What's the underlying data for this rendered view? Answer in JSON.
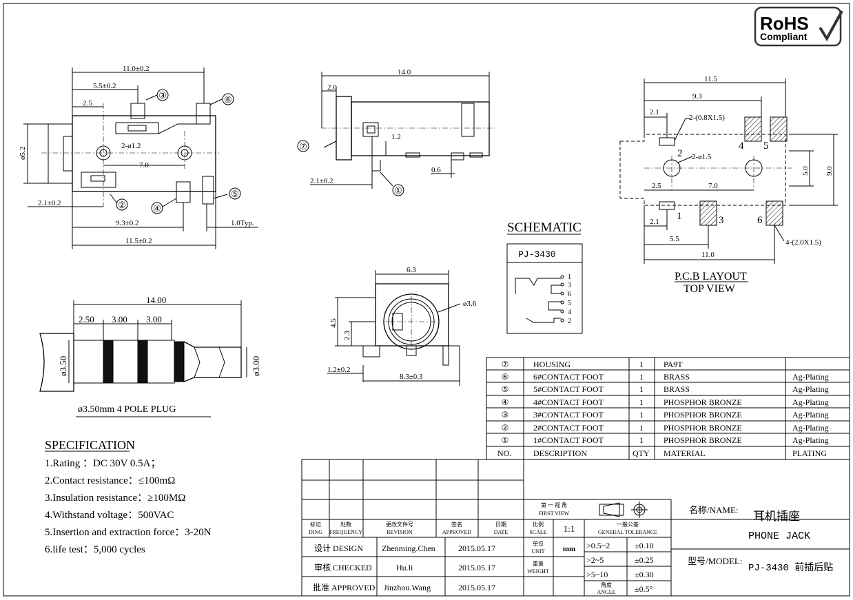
{
  "rohs": {
    "line1": "RoHS",
    "line2": "Compliant"
  },
  "top_view": {
    "dims": [
      "11.0±0.2",
      "5.5±0.2",
      "2.5",
      "2-ø1.2",
      "7.0",
      "ø5.2",
      "2.1±0.2",
      "9.3±0.2",
      "11.5±0.2",
      "1.0Typ."
    ],
    "callouts": [
      "③",
      "⑥",
      "②",
      "④",
      "⑤"
    ]
  },
  "side_view": {
    "dims": [
      "14.0",
      "2.0",
      "1.2",
      "2.1±0.2",
      "0.6"
    ],
    "callouts": [
      "⑦",
      "①"
    ]
  },
  "front_view": {
    "dims": [
      "6.3",
      "ø3.6",
      "4.5",
      "2.3",
      "1.2±0.2",
      "8.3±0.3"
    ]
  },
  "plug": {
    "dims": [
      "14.00",
      "2.50",
      "3.00",
      "3.00",
      "ø3.50",
      "ø3.00"
    ],
    "caption": "ø3.50mm 4 POLE PLUG"
  },
  "schematic": {
    "title": "SCHEMATIC",
    "part": "PJ-3430",
    "pins": [
      "1",
      "3",
      "6",
      "5",
      "4",
      "2"
    ]
  },
  "pcb": {
    "title": "P.C.B LAYOUT",
    "subtitle": "TOP VIEW",
    "dims": [
      "11.5",
      "9.3",
      "2.1",
      "2-(0.8X1.5)",
      "2-ø1.5",
      "2.5",
      "7.0",
      "2.1",
      "5.5",
      "11.0",
      "4-(2.0X1.5)",
      "5.0",
      "9.0"
    ],
    "pad_labels": [
      "2",
      "4",
      "5",
      "1",
      "3",
      "6"
    ]
  },
  "specification": {
    "title": "SPECIFICATION",
    "items": [
      "1.Rating ：DC 30V 0.5A；",
      "2.Contact resistance：≤100mΩ",
      "3.Insulation resistance：≥100MΩ",
      "4.Withstand voltage：500VAC",
      "5.Insertion and extraction force：3-20N",
      "6.life test：5,000 cycles"
    ]
  },
  "bom": {
    "rows": [
      [
        "⑦",
        "HOUSING",
        "1",
        "PA9T",
        ""
      ],
      [
        "⑥",
        "6#CONTACT FOOT",
        "1",
        "BRASS",
        "Ag-Plating"
      ],
      [
        "⑤",
        "5#CONTACT FOOT",
        "1",
        "BRASS",
        "Ag-Plating"
      ],
      [
        "④",
        "4#CONTACT FOOT",
        "1",
        "PHOSPHOR BRONZE",
        "Ag-Plating"
      ],
      [
        "③",
        "3#CONTACT FOOT",
        "1",
        "PHOSPHOR BRONZE",
        "Ag-Plating"
      ],
      [
        "②",
        "2#CONTACT FOOT",
        "1",
        "PHOSPHOR BRONZE",
        "Ag-Plating"
      ],
      [
        "①",
        "1#CONTACT FOOT",
        "1",
        "PHOSPHOR BRONZE",
        "Ag-Plating"
      ]
    ],
    "header": [
      "NO.",
      "DESCRIPTION",
      "QTY",
      "MATERIAL",
      "PLATING"
    ]
  },
  "title_block": {
    "hdr": [
      [
        "标记",
        "DING"
      ],
      [
        "处数",
        "FREQUENCY"
      ],
      [
        "更改文件号",
        "REVISION"
      ],
      [
        "签名",
        "APPROVED"
      ],
      [
        "日期",
        "DATE"
      ],
      [
        "比例",
        "SCALE"
      ],
      [
        "一般公差",
        "GENERAL TOLERANCE"
      ]
    ],
    "projection": [
      "第 一 视 角",
      "FIRST VIEW"
    ],
    "scale": "1:1",
    "unit": [
      "单位",
      "UNIT"
    ],
    "unit_value": "mm",
    "weight": [
      "重量",
      "WEIGHT"
    ],
    "people": [
      [
        "设计 DESIGN",
        "Zhenming.Chen",
        "2015.05.17"
      ],
      [
        "审核 CHECKED",
        "Hu.li",
        "2015.05.17"
      ],
      [
        "批准 APPROVED",
        "Jinzhou.Wang",
        "2015.05.17"
      ]
    ],
    "tolerances": [
      [
        ">0.5~2",
        "±0.10"
      ],
      [
        ">2~5",
        "±0.25"
      ],
      [
        ">5~10",
        "±0.30"
      ]
    ],
    "angle": [
      "角度",
      "ANGLE",
      "±0.5°"
    ],
    "name_label": "名称/NAME:",
    "name_cn": "耳机插座",
    "name_en": "PHONE JACK",
    "model_label": "型号/MODEL:",
    "model": "PJ-3430 前插后贴"
  }
}
